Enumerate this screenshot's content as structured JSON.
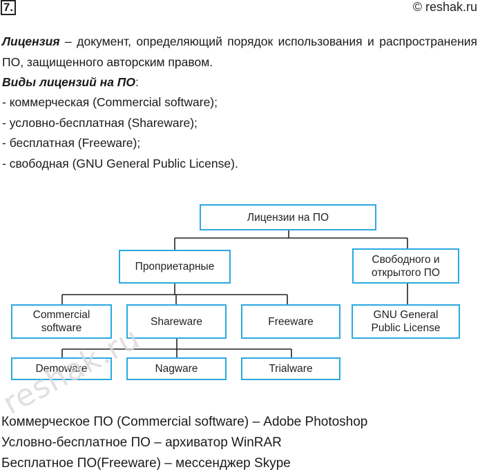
{
  "header": {
    "task_number": "7.",
    "copyright": "© reshak.ru"
  },
  "definition": {
    "term": "Лицензия",
    "text": " – документ, определяющий порядок использования и распространения ПО, защищенного авторским правом."
  },
  "kinds": {
    "title": "Виды лицензий на ПО",
    "colon": ":",
    "items": [
      "- коммерческая (Commercial software);",
      "- условно-бесплатная (Shareware);",
      "- бесплатная (Freeware);",
      "- свободная (GNU General Public License)."
    ]
  },
  "diagram": {
    "root": "Лицензии на ПО",
    "proprietary": "Проприетарные",
    "free_open": "Свободного и открытого ПО",
    "commercial": "Commercial software",
    "shareware": "Shareware",
    "freeware": "Freeware",
    "gnu": "GNU General Public License",
    "demoware": "Demoware",
    "nagware": "Nagware",
    "trialware": "Trialware",
    "border_color": "#2aa8e0"
  },
  "examples": [
    "Коммерческое ПО (Commercial software) – Adobe Photoshop",
    "Условно-бесплатное ПО – архиватор WinRAR",
    "Бесплатное ПО(Freeware) – мессенджер Skype"
  ],
  "watermark": "reshak.ru"
}
